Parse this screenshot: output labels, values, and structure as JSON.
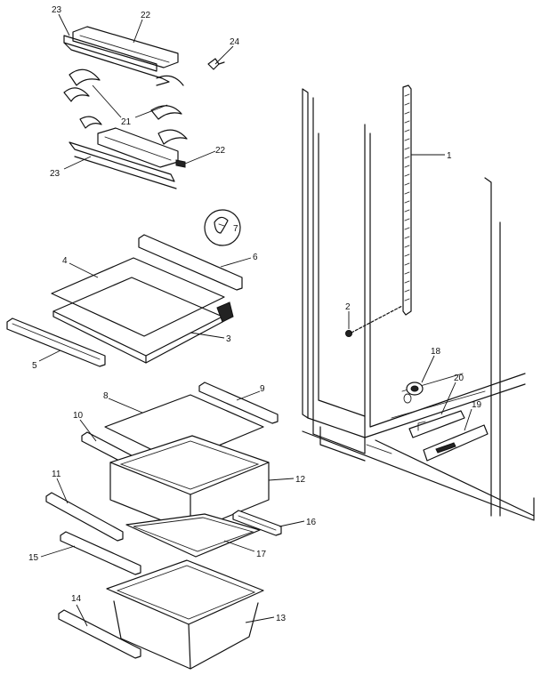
{
  "callouts": {
    "c1": "1",
    "c2": "2",
    "c3": "3",
    "c4": "4",
    "c5": "5",
    "c6": "6",
    "c7": "7",
    "c8": "8",
    "c9": "9",
    "c10": "10",
    "c11": "11",
    "c12": "12",
    "c13": "13",
    "c14": "14",
    "c15": "15",
    "c16": "16",
    "c17": "17",
    "c18": "18",
    "c19": "19",
    "c20": "20",
    "c21": "21",
    "c22a": "22",
    "c22b": "22",
    "c23a": "23",
    "c23b": "23",
    "c24": "24"
  }
}
